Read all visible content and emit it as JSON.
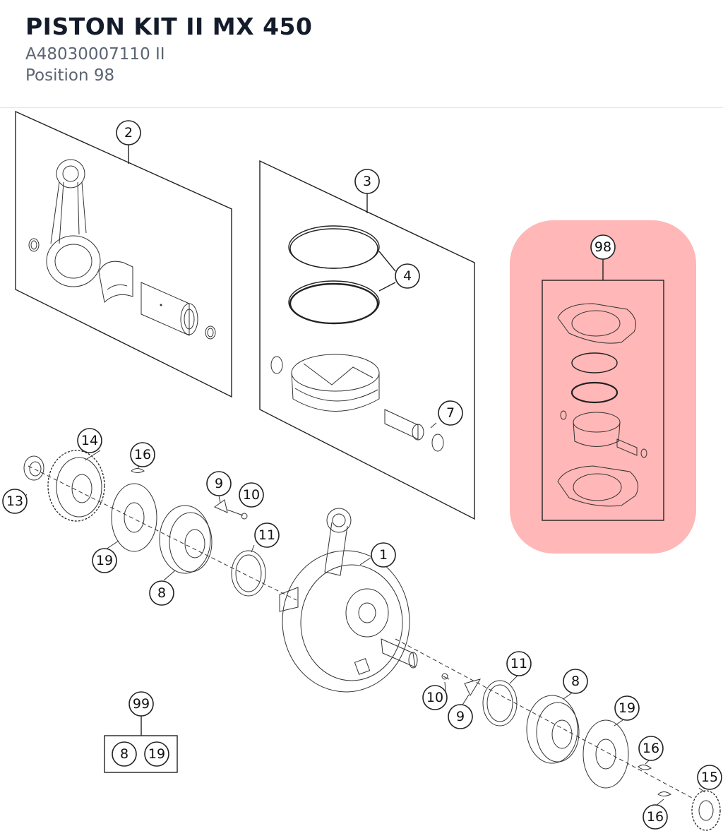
{
  "header": {
    "title": "PISTON KIT II MX 450",
    "part_number": "A48030007110 II",
    "position": "Position 98"
  },
  "highlight": {
    "callout": "98",
    "color": "#ff8a8a"
  },
  "callouts": {
    "c2": "2",
    "c3": "3",
    "c4": "4",
    "c7": "7",
    "c98": "98",
    "c14": "14",
    "c16a": "16",
    "c13": "13",
    "c9a": "9",
    "c10a": "10",
    "c11a": "11",
    "c19a": "19",
    "c8a": "8",
    "c1": "1",
    "c11b": "11",
    "c8b": "8",
    "c10b": "10",
    "c9b": "9",
    "c19b": "19",
    "c16b": "16",
    "c15": "15",
    "c16c": "16",
    "c99": "99",
    "c99_8": "8",
    "c99_19": "19"
  }
}
